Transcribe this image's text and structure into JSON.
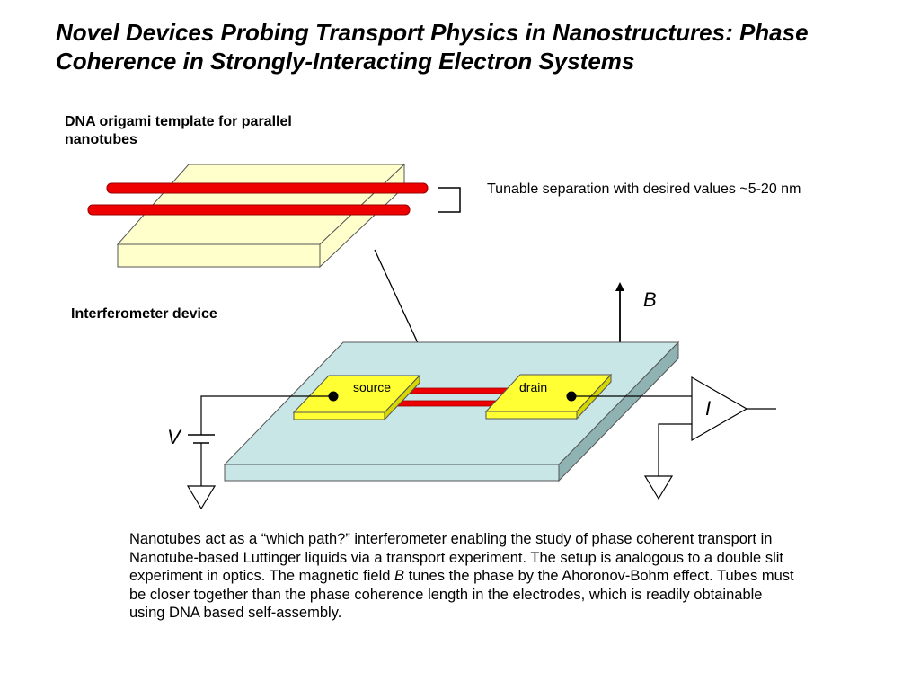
{
  "title": "Novel Devices Probing Transport Physics in Nanostructures: Phase Coherence in Strongly-Interacting Electron Systems",
  "labels": {
    "dna_template": "DNA origami template for parallel nanotubes",
    "tunable_separation": "Tunable separation with desired values ~5-20 nm",
    "interferometer": "Interferometer device",
    "source": "source",
    "drain": "drain",
    "b_field": "B",
    "voltage": "V",
    "current": "I"
  },
  "description": {
    "part1": "Nanotubes act as a “which path?” interferometer enabling the study of phase coherent transport in Nanotube-based Luttinger liquids via a transport experiment. The setup is analogous to a double slit experiment in optics. The magnetic field ",
    "field_symbol": "B",
    "part2": " tunes the phase by the Ahoronov-Bohm effect. Tubes must be closer together than the phase coherence length in the electrodes, which is readily obtainable using DNA based self-assembly."
  },
  "colors": {
    "template_fill": "#ffffcc",
    "nanotube": "#ee0000",
    "substrate_fill": "#c8e6e6",
    "electrode_fill": "#ffff33"
  }
}
